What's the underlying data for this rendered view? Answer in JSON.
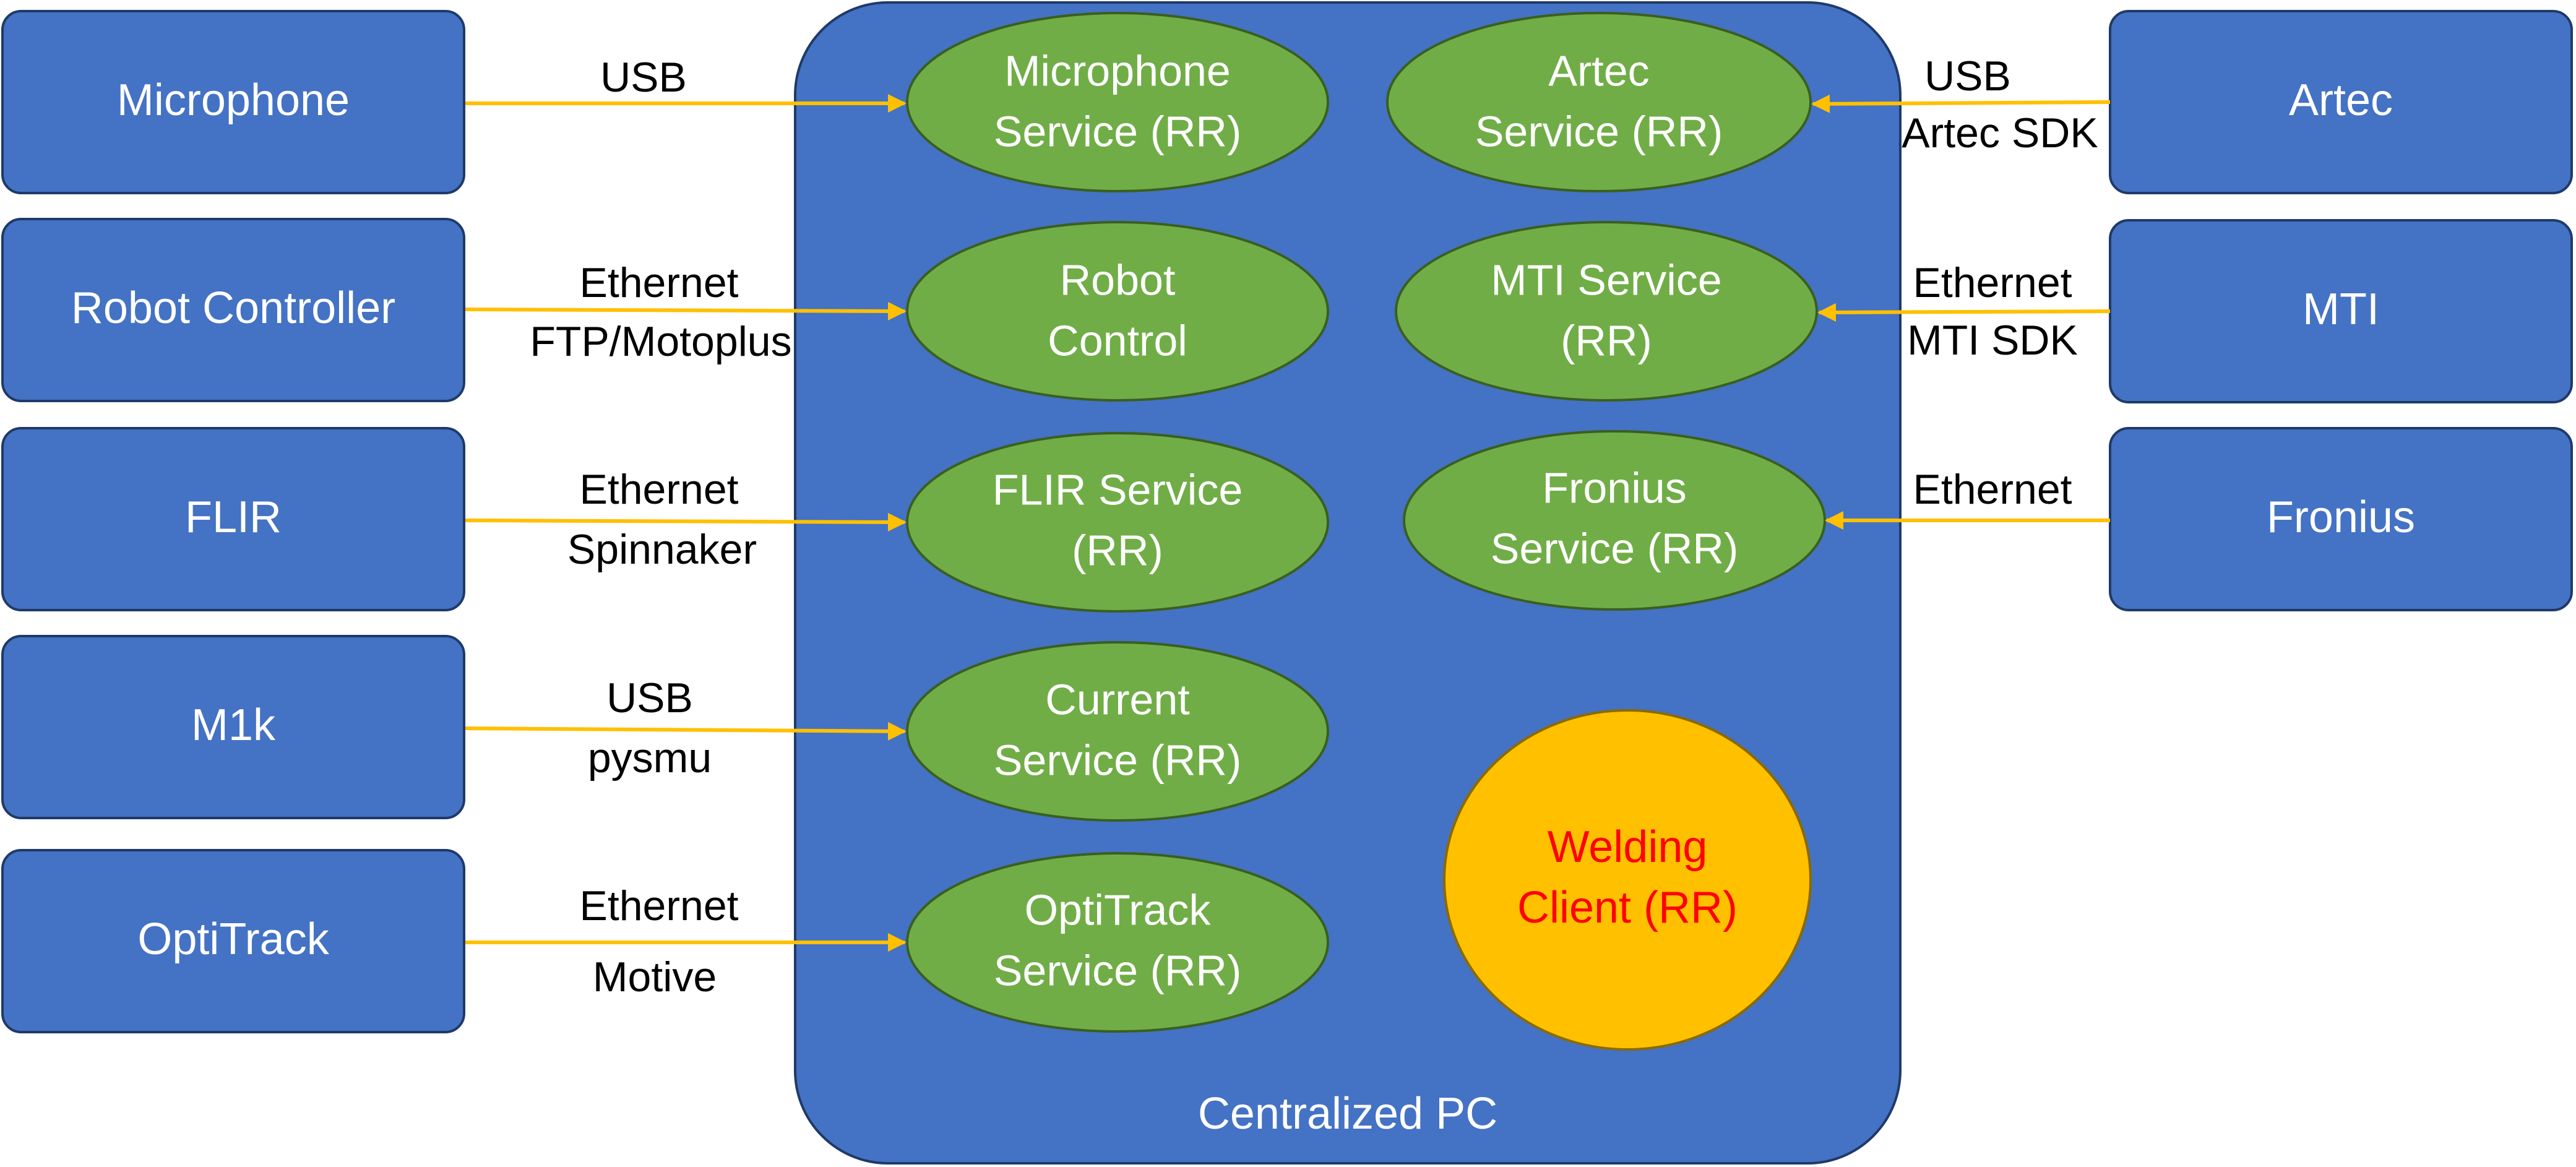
{
  "hub": {
    "label": "Centralized PC"
  },
  "devices_left": [
    {
      "id": "microphone",
      "label": "Microphone"
    },
    {
      "id": "robot-controller",
      "label": "Robot Controller"
    },
    {
      "id": "flir",
      "label": "FLIR"
    },
    {
      "id": "m1k",
      "label": "M1k"
    },
    {
      "id": "optitrack",
      "label": "OptiTrack"
    }
  ],
  "devices_right": [
    {
      "id": "artec",
      "label": "Artec"
    },
    {
      "id": "mti",
      "label": "MTI"
    },
    {
      "id": "fronius",
      "label": "Fronius"
    }
  ],
  "services_left": [
    {
      "id": "microphone-service",
      "lines": [
        "Microphone",
        "Service (RR)"
      ]
    },
    {
      "id": "robot-control",
      "lines": [
        "Robot",
        "Control"
      ]
    },
    {
      "id": "flir-service",
      "lines": [
        "FLIR Service",
        "(RR)"
      ]
    },
    {
      "id": "current-service",
      "lines": [
        "Current",
        "Service (RR)"
      ]
    },
    {
      "id": "optitrack-service",
      "lines": [
        "OptiTrack",
        "Service (RR)"
      ]
    }
  ],
  "services_right": [
    {
      "id": "artec-service",
      "lines": [
        "Artec",
        "Service (RR)"
      ]
    },
    {
      "id": "mti-service",
      "lines": [
        "MTI Service",
        "(RR)"
      ]
    },
    {
      "id": "fronius-service",
      "lines": [
        "Fronius",
        "Service (RR)"
      ]
    }
  ],
  "client": {
    "lines": [
      "Welding",
      "Client (RR)"
    ]
  },
  "connections_left": [
    {
      "lines": [
        "USB"
      ]
    },
    {
      "lines": [
        "Ethernet",
        "FTP/Motoplus"
      ]
    },
    {
      "lines": [
        "Ethernet",
        "Spinnaker"
      ]
    },
    {
      "lines": [
        "USB",
        "pysmu"
      ]
    },
    {
      "lines": [
        "Ethernet",
        "Motive"
      ]
    }
  ],
  "connections_right": [
    {
      "lines": [
        "USB",
        "Artec SDK"
      ]
    },
    {
      "lines": [
        "Ethernet",
        "MTI SDK"
      ]
    },
    {
      "lines": [
        "Ethernet"
      ]
    }
  ],
  "colors": {
    "box": "#4472C4",
    "service": "#70AD47",
    "client": "#FFC000",
    "client_text": "#FF0000",
    "arrow": "#FFC000"
  }
}
